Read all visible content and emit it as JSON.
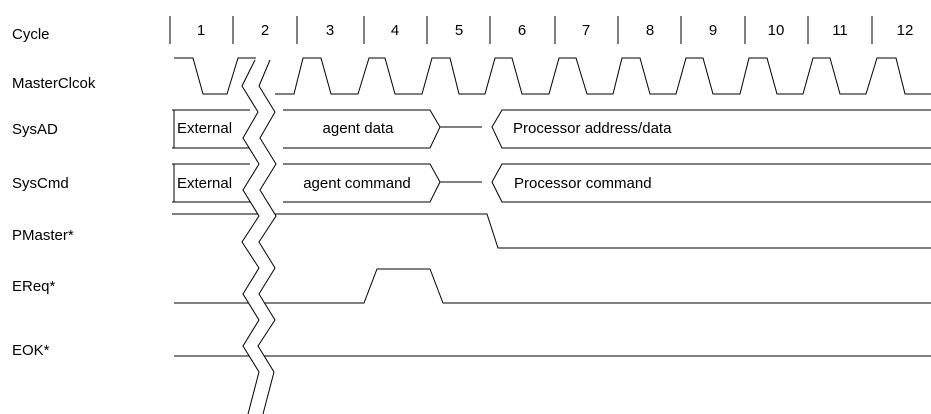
{
  "cycle_label": "Cycle",
  "cycles": [
    "1",
    "2",
    "3",
    "4",
    "5",
    "6",
    "7",
    "8",
    "9",
    "10",
    "11",
    "12"
  ],
  "signals": {
    "clock": "MasterClcok",
    "sysad": "SysAD",
    "syscmd": "SysCmd",
    "pmaster": "PMaster*",
    "ereq": "EReq*",
    "eok": "EOK*"
  },
  "sysad": {
    "external": "External",
    "agent": "agent data",
    "processor": "Processor address/data"
  },
  "syscmd": {
    "external": "External",
    "agent": "agent command",
    "processor": "Processor command"
  },
  "colors": {
    "line": "#000000",
    "background": "#ffffff"
  }
}
